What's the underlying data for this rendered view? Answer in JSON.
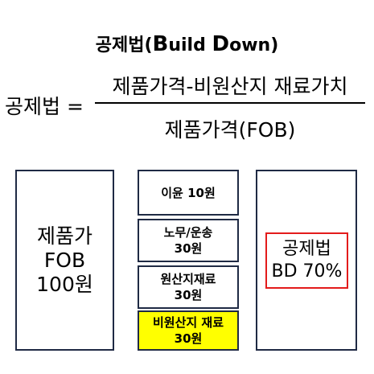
{
  "title": {
    "korean": "공제법(",
    "b_cap": "B",
    "b_rest": "uild ",
    "d_cap": "D",
    "d_rest": "own)"
  },
  "formula": {
    "lhs": "공제법 =",
    "numerator": "제품가격-비원산지 재료가치",
    "denominator": "제품가격(FOB)"
  },
  "left_box": {
    "line1": "제품가",
    "line2": "FOB",
    "line3": "100원"
  },
  "stack": [
    {
      "line1": "이윤 10원",
      "line2": ""
    },
    {
      "line1": "노무/운송",
      "line2": "30원"
    },
    {
      "line1": "원산지재료",
      "line2": "30원"
    },
    {
      "line1": "비원산지 재료",
      "line2": "30원"
    }
  ],
  "right_box": {
    "line1": "공제법",
    "line2": "BD 70%"
  },
  "colors": {
    "box_border": "#1f2a44",
    "highlight": "#ffff00",
    "bd_border": "#e31b1b"
  }
}
